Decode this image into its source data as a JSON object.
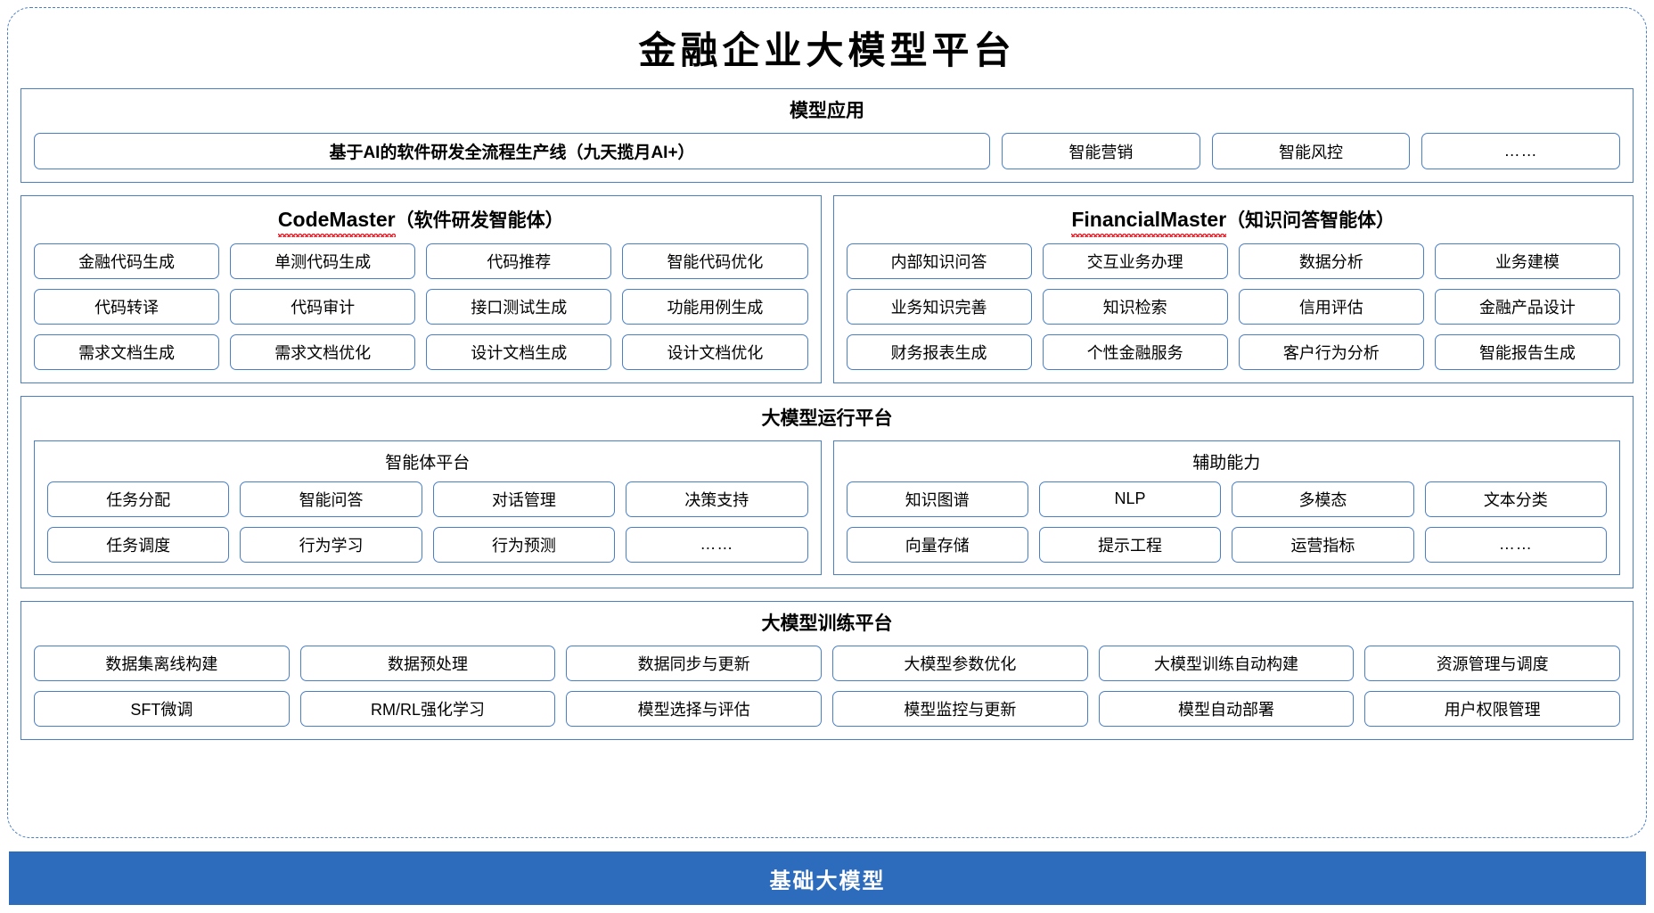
{
  "title": "金融企业大模型平台",
  "sections": {
    "application": {
      "title": "模型应用",
      "items": [
        "基于AI的软件研发全流程生产线（九天揽月AI+）",
        "智能营销",
        "智能风控",
        "……"
      ]
    },
    "code_master": {
      "title_en": "CodeMaster",
      "title_cn": "（软件研发智能体）",
      "rows": [
        [
          "金融代码生成",
          "单测代码生成",
          "代码推荐",
          "智能代码优化"
        ],
        [
          "代码转译",
          "代码审计",
          "接口测试生成",
          "功能用例生成"
        ],
        [
          "需求文档生成",
          "需求文档优化",
          "设计文档生成",
          "设计文档优化"
        ]
      ]
    },
    "financial_master": {
      "title_en": "FinancialMaster",
      "title_cn": "（知识问答智能体）",
      "rows": [
        [
          "内部知识问答",
          "交互业务办理",
          "数据分析",
          "业务建模"
        ],
        [
          "业务知识完善",
          "知识检索",
          "信用评估",
          "金融产品设计"
        ],
        [
          "财务报表生成",
          "个性金融服务",
          "客户行为分析",
          "智能报告生成"
        ]
      ]
    },
    "runtime": {
      "title": "大模型运行平台",
      "agent_platform": {
        "title": "智能体平台",
        "rows": [
          [
            "任务分配",
            "智能问答",
            "对话管理",
            "决策支持"
          ],
          [
            "任务调度",
            "行为学习",
            "行为预测",
            "……"
          ]
        ]
      },
      "support_capability": {
        "title": "辅助能力",
        "rows": [
          [
            "知识图谱",
            "NLP",
            "多模态",
            "文本分类"
          ],
          [
            "向量存储",
            "提示工程",
            "运营指标",
            "……"
          ]
        ]
      }
    },
    "training": {
      "title": "大模型训练平台",
      "rows": [
        [
          "数据集离线构建",
          "数据预处理",
          "数据同步与更新",
          "大模型参数优化",
          "大模型训练自动构建",
          "资源管理与调度"
        ],
        [
          "SFT微调",
          "RM/RL强化学习",
          "模型选择与评估",
          "模型监控与更新",
          "模型自动部署",
          "用户权限管理"
        ]
      ]
    },
    "base": {
      "title": "基础大模型"
    }
  },
  "colors": {
    "border_blue": "#4a7fc4",
    "base_bar_blue": "#2d6cbc",
    "spellcheck_red": "#e8212a",
    "text_black": "#000000"
  }
}
